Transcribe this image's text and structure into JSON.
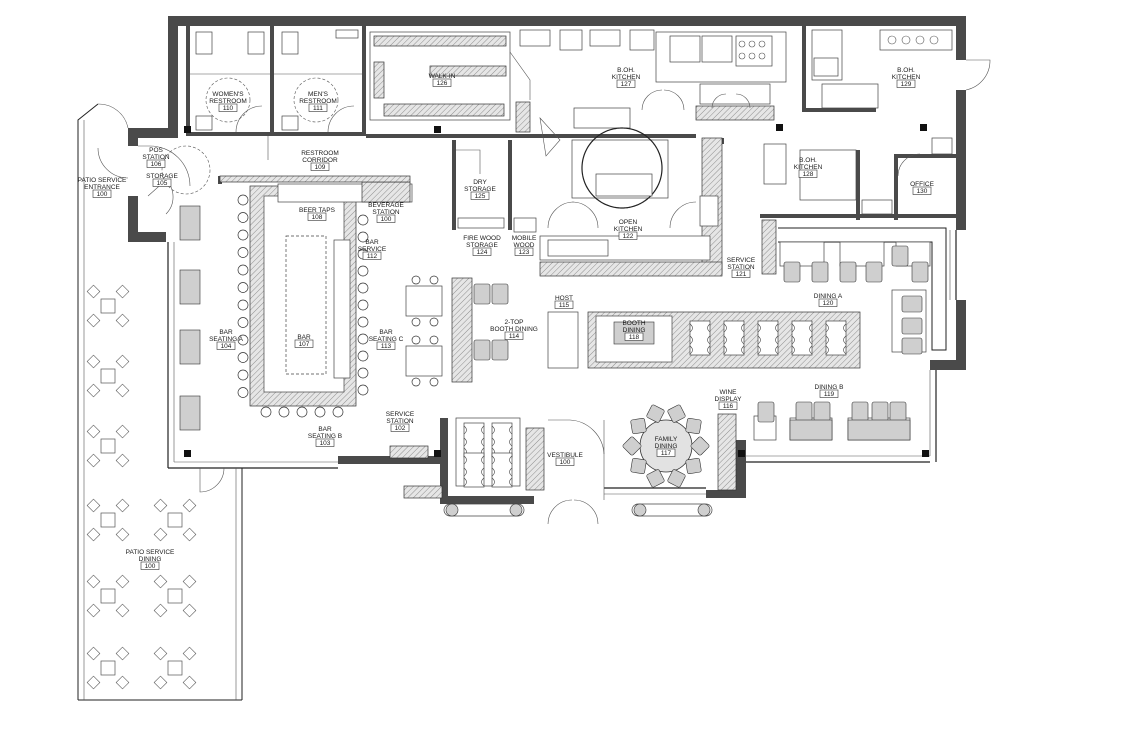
{
  "rooms": [
    {
      "id": "womens-restroom",
      "name": [
        "WOMEN'S",
        "RESTROOM"
      ],
      "number": "110"
    },
    {
      "id": "mens-restroom",
      "name": [
        "MEN'S",
        "RESTROOM"
      ],
      "number": "111"
    },
    {
      "id": "walk-in",
      "name": [
        "WALK-IN"
      ],
      "number": "126"
    },
    {
      "id": "boh-kitchen-127",
      "name": [
        "B.OH.",
        "KITCHEN"
      ],
      "number": "127"
    },
    {
      "id": "boh-kitchen-129",
      "name": [
        "B.OH.",
        "KITCHEN"
      ],
      "number": "129"
    },
    {
      "id": "pos-station",
      "name": [
        "POS",
        "STATION"
      ],
      "number": "106"
    },
    {
      "id": "storage",
      "name": [
        "STORAGE"
      ],
      "number": "105"
    },
    {
      "id": "restroom-corridor",
      "name": [
        "RESTROOM",
        "CORRIDOR"
      ],
      "number": "109"
    },
    {
      "id": "patio-service-entrance",
      "name": [
        "PATIO SERVICE",
        "ENTRANCE"
      ],
      "number": "100"
    },
    {
      "id": "beer-taps",
      "name": [
        "BEER TAPS"
      ],
      "number": "108"
    },
    {
      "id": "beverage-station",
      "name": [
        "BEVERAGE",
        "STATION"
      ],
      "number": "100"
    },
    {
      "id": "dry-storage",
      "name": [
        "DRY",
        "STORAGE"
      ],
      "number": "125"
    },
    {
      "id": "boh-kitchen-128",
      "name": [
        "B.OH.",
        "KITCHEN"
      ],
      "number": "128"
    },
    {
      "id": "office",
      "name": [
        "OFFICE"
      ],
      "number": "130"
    },
    {
      "id": "bar-service",
      "name": [
        "BAR",
        "SERVICE"
      ],
      "number": "112"
    },
    {
      "id": "fire-wood-storage",
      "name": [
        "FIRE WOOD",
        "STORAGE"
      ],
      "number": "124"
    },
    {
      "id": "mobile-wood",
      "name": [
        "MOBILE",
        "WOOD"
      ],
      "number": "123"
    },
    {
      "id": "open-kitchen",
      "name": [
        "OPEN",
        "KITCHEN"
      ],
      "number": "122"
    },
    {
      "id": "service-station-121",
      "name": [
        "SERVICE",
        "STATION"
      ],
      "number": "121"
    },
    {
      "id": "dining-a",
      "name": [
        "DINING A"
      ],
      "number": "120"
    },
    {
      "id": "host",
      "name": [
        "HOST"
      ],
      "number": "115"
    },
    {
      "id": "booth-dining",
      "name": [
        "BOOTH",
        "DINING"
      ],
      "number": "118"
    },
    {
      "id": "two-top-booth-dining",
      "name": [
        "2-TOP",
        "BOOTH DINING"
      ],
      "number": "114"
    },
    {
      "id": "bar-seating-a",
      "name": [
        "BAR",
        "SEATING A"
      ],
      "number": "104"
    },
    {
      "id": "bar",
      "name": [
        "BAR"
      ],
      "number": "107"
    },
    {
      "id": "bar-seating-c",
      "name": [
        "BAR",
        "SEATING C"
      ],
      "number": "113"
    },
    {
      "id": "service-station-102",
      "name": [
        "SERVICE",
        "STATION"
      ],
      "number": "102"
    },
    {
      "id": "bar-seating-b",
      "name": [
        "BAR",
        "SEATING B"
      ],
      "number": "103"
    },
    {
      "id": "wine-display",
      "name": [
        "WINE",
        "DISPLAY"
      ],
      "number": "116"
    },
    {
      "id": "dining-b",
      "name": [
        "DINING B"
      ],
      "number": "119"
    },
    {
      "id": "family-dining",
      "name": [
        "FAMILY",
        "DINING"
      ],
      "number": "117"
    },
    {
      "id": "vestibule",
      "name": [
        "VESTIBULE"
      ],
      "number": "100"
    },
    {
      "id": "patio-service-dining",
      "name": [
        "PATIO SERVICE",
        "DINING"
      ],
      "number": "100"
    }
  ]
}
